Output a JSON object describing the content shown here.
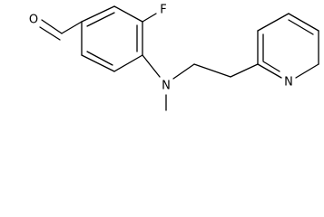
{
  "molecule": {
    "atoms": {
      "aldehyde_oxygen": "O",
      "fluorine": "F",
      "amine_nitrogen": "N",
      "pyridine_nitrogen": "N"
    },
    "colors": {
      "bond": "#000000",
      "label": "#000000",
      "background": "#ffffff"
    }
  }
}
